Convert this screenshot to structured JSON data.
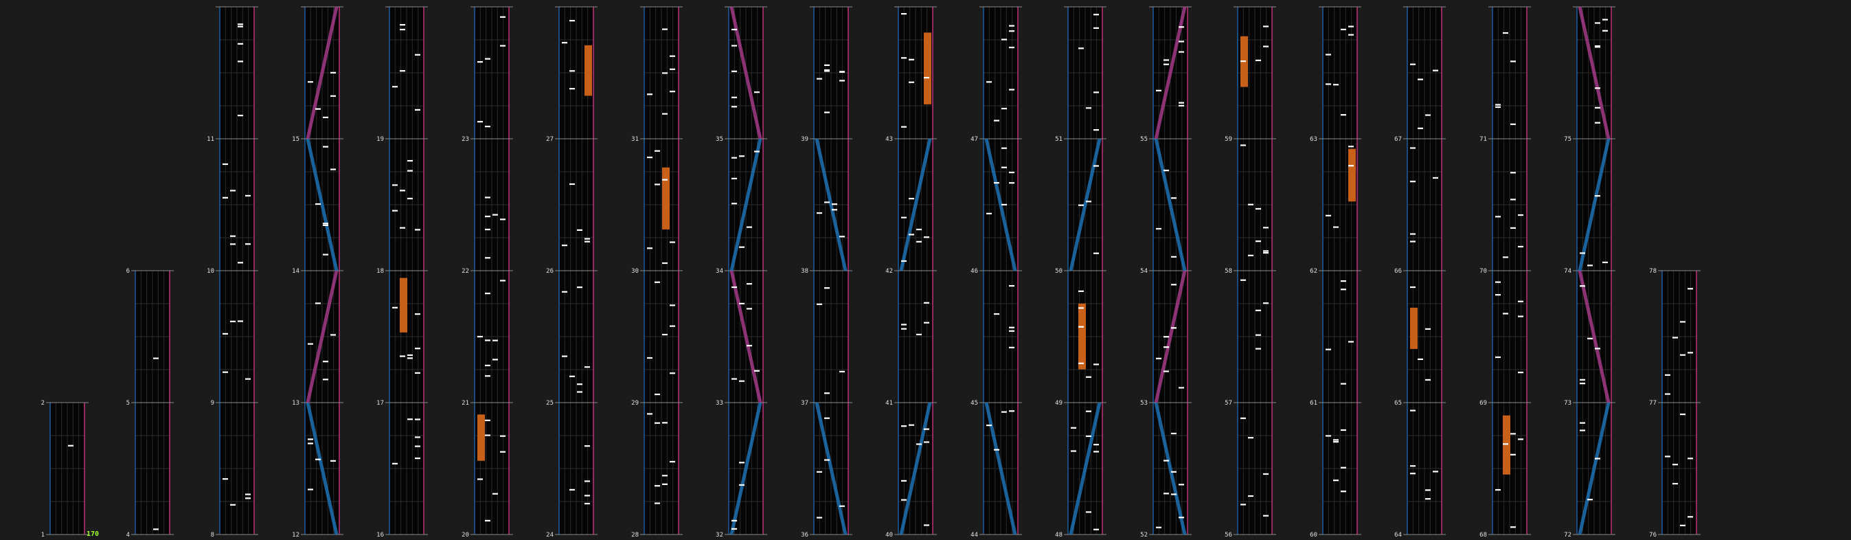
{
  "view": "chart-overview",
  "bpm_label": "170",
  "colors": {
    "background": "#1b1b1b",
    "lane": "#050505",
    "grid": "#2a2a2a",
    "left_border": "#1a5ea0",
    "right_border": "#c0307a",
    "note": "#ffffff",
    "hold": "#c8601a",
    "blue_laser": "#1f72b4",
    "pink_laser": "#a33b8a",
    "measure_line": "#8a8a8a"
  },
  "icons": {
    "tap_note": "white-dash",
    "hold_note": "orange-bar",
    "laser": "colored-slant-line"
  },
  "measures": {
    "first": 1,
    "last": 78,
    "beats_per_column": 4
  }
}
